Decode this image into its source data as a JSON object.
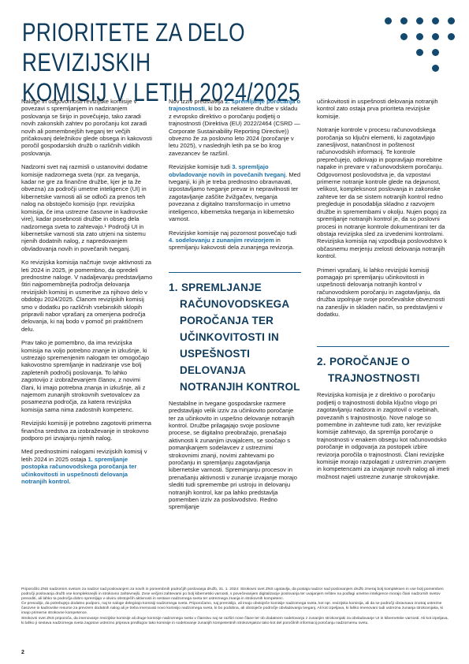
{
  "title_line1": "PRIORITETE ZA DELO REVIZIJSKIH",
  "title_line2": "KOMISIJ V LETIH 2024/2025",
  "col1": {
    "p1": "Naloge in odgovornosti revizijske komisije v povezavi s spremljanjem in nadziranjem poslovanja se širijo in povečujejo, tako zaradi novih zakonskih zahtev po poročanju kot zaradi novih ali pomembnejših tveganj ter večjih pričakovanj deležnikov glede obsega in kakovosti poročil gospodarskih družb o različnih vidikih poslovanja.",
    "p2": "Nadzorni svet naj razmisli o ustanovitvi dodatne komisije nadzornega sveta (npr. za tveganja, kadar ne gre za finančne družbe, kjer je ta že obvezna) za področji umetne inteligence (UI) in kibernetske varnosti ali se odloči za prenos teh nalog na obstoječo komisijo (npr. revizijska komisija, če ima ustrezne časovne in kadrovske vire), kadar posebnosti družbe in obseg dela nadzornega sveta to zahtevajo.¹ Področji UI in kibernetske varnosti sta zato utrjeni na sistemu njenih dodatnih nalog, z napredovanjem obvladovanja novih in povečanih tveganj.",
    "p3": "Ko revizijska komisija načrtuje svoje aktivnosti za leti 2024 in 2025, je pomembno, da opredeli prednostne naloge. V nadaljevanju predstavljamo štiri najpomembnejša področja delovanja revizijskih komisij in usmeritve za njihovo delo v obdobju 2024/2025. Članom revizijskih komisij smo v dodatku po različnih vsebinskih sklopih pripravili nabor vprašanj za omenjena področja delovanja, ki naj bodo v pomoč pri praktičnem delu.",
    "p4": "Prav tako je pomembno, da ima revizijska komisija na voljo potrebno znanje in izkušnje, ki ustrezajo spremenjenim nalogam ter omogočajo kakovostno spremljanje in nadziranje vse bolj zapletenih področij poslovanja. To lahko zagotovijo z izobraževanjem članov, z novimi člani, ki imajo potrebna znanja in izkušnje, ali z najemom zunanjih strokovnih svetovalcev za posamezna področja, za katera revizijska komisija sama nima zadostnih kompetenc.",
    "p5": "Revizijski komisiji je potrebno zagotoviti primerna finančna sredstva za izobraževanje in strokovno podporo pri izvajanju njenih nalog.",
    "p6_pre": "Med prednostnimi nalogami revizijskih komisij v letih 2024 in 2025 ostaja ",
    "p6_hl": "1. spremljanje postopka računovodskega poročanja ter učinkovitosti in uspešnosti delovanja notranjih kontrol."
  },
  "col2": {
    "p1_pre": "Nov izziv predstavlja ",
    "p1_hl": "2. spremljanje poročanja o trajnostnosti",
    "p1_post": ", ki bo za nekatere družbe v skladu z evropsko direktivo o poročanju podjetij o trajnostnosti (Direktiva (EU) 2022/2464 (CSRD — Corporate Sustainability Reporting Directive)) obvezno že za poslovno leto 2024 (poročanje v letu 2025), v naslednjih letih pa se bo krog zavezancev še razširil.",
    "p2_pre": "Revizijske komisije tudi ",
    "p2_hl": "3. spremljajo obvladovanje novih in povečanih tveganj",
    "p2_post": ". Med tveganji, ki jih je treba prednostno obravnavati, izpostavljamo tveganje prevar in nepravilnosti ter zagotavljanje zaščite žvižgačev, tveganja povezana z digitalno transformacijo in umetno inteligenco, kibernetska tveganja in kibernetsko varnost.",
    "p3_pre": "Revizijske komisije naj pozornost posvečajo tudi ",
    "p3_hl": "4. sodelovanju z zunanjim revizorjem",
    "p3_post": " in spremljanju kakovosti dela zunanjega revizorja.",
    "sec1_num": "1.",
    "sec1_l1": "SPREMLJANJE",
    "sec1_l2": "RAČUNOVODSKEGA",
    "sec1_l3": "POROČANJA TER",
    "sec1_l4": "UČINKOVITOSTI IN",
    "sec1_l5": "USPEŠNOSTI DELOVANJA",
    "sec1_l6": "NOTRANJIH KONTROL",
    "p4": "Nestabilne in tvegane gospodarske razmere predstavljajo velik izziv za učinkovito poročanje ter za učinkovito in uspešno delovanje notranjih kontrol. Družbe prilagajajo svoje poslovne procese, se digitalno preobražajo, prenašajo aktivnosti k zunanjim izvajalcem, se soočajo s pomanjkanjem sodelavcev z ustreznimi strokovnimi znanji, novimi zahtevami po poročanju in spremljanju zagotavljanja kibernetske varnosti. Spreminjanju procesov in prenašanju aktivnosti v zunanje izvajanje morajo slediti tudi spremembe pri ustroju in delovanju notranjih kontrol, kar pa lahko predstavlja pomemben izziv za poslovodstvo. Redno spremljanje"
  },
  "col3": {
    "p1": "učinkovitosti in uspešnosti delovanja notranjih kontrol zato ostaja prva prioriteta revizijske komisije.",
    "p2": "Notranje kontrole v procesu računovodskega poročanja so ključni elementi, ki zagotavljajo zanesljivost, natančnost in poštenost računovodskih informacij. Te kontrole preprečujejo, odkrivajo in popravljajo morebitne napake in prevare v računovodskem poročanju. Odgovornost poslovodstva je, da vzpostavi primerne notranje kontrole glede na dejavnost, velikost, kompleksnost poslovanja in zakonske zahteve ter da se sistem notranjih kontrol redno pregleduje in posodablja skladno z razvojem družbe in spremembami v okolju. Nujen pogoj za spremljanje notranjih kontrol je, da so poslovni procesi in notranje kontrole dokumentirani ter da obstaja revizijska sled za izvedenimi kontrolami. Revizijska komisija naj vzpodbuja poslovodstvo k občasnemu merjenju zrelosti delovanja notranjih kontrol.",
    "p3": "Primeri vprašanj, ki lahko revizijski komisiji pomagajo pri spremljanju učinkovitosti in uspešnosti delovanja notranjih kontrol v računovodskem poročanju in zagotavljanju, da družba izpolnjuje svoje poročevalske obveznosti na zanesljiv in skladen način, so predstavljeni v dodatku.",
    "sec2_num": "2.",
    "sec2_l1": "POROČANJE O",
    "sec2_l2": "TRAJNOSTNOSTI",
    "p4": "Revizijska komisija je z direktivo o poročanju podjetij o trajnostnosti dobila ključno vlogo pri zagotavljanju nadzora in zagotovil o vsebinah, povezanih s trajnostnostjo. Nove naloge so pomembne in zahtevne tudi zato, ker revizijske komisije zahtevajo, da spremlja poročanje o trajnostnosti v enakem obsegu kot računovodsko poročanje in odgovarja za postopek izbire revizorja poročila o trajnostnosti. Člani revizijske komisije morajo razpolagati z ustreznim znanjem in kompetencami za izvajanje novih nalog ali imeti možnost najeti ustrezne zunanje strokovnjake."
  },
  "footnotes": {
    "f1": "Priporočilo ZNS nadzornim svetom za nadzor nad poslovanjem za novih in pomembnih področjih poslovanja družb, 31. 1. 2024: Strokovni svet ZNS ugotavlja, da postaja nadzor nad poslovanjem družb zmeraj bolj kompleksen in vse bolj pomemben področji poslovanja družb vse kompleksnejši in strokovno zahtevnejši. Zvse večjimi zahtevami po bolj kibernetski varnosti, s povečevanjem digitalizacije poslovanja ter uvajanjem rešitev na podlagi umetne inteligence morajo člani nadzornih svetov presoditi, ali lahko ta področja dobro spremljajo v okviru obstoječih aktivnosti in sestave nadzornega sveta ter ustreznega znanja in strokovnih kompetenc.",
    "f2": "Če presodijo, da potrebujejo dodatno podporo, naj te naloge delegirajo komisiji nadzornega sveta. Priporočamo, naj premislijo, ali imajo obstoječe komisije nadzornega sveta, kot npr. revizijska komisija, ali da se področji obravnava znotraj ustrezne časovne in kadrovske resurse za prevzem dodatnih nalog ali je treba imenovati novo komisijo nadzornega sveta, ki bo podobna, ali obstoječe področje obvladovanja tveganj. Ali kot izpeljava, ki lahko imenovani tudi ustrezna zunanja strokovnjaka, ki imajo primerne strokovne kompetence.",
    "f3": "Strokovni svet ZNS priporoča, da imenovanje revizijske komisije ali druge komisije nadzornega sveta v članstvu naj se razširi nove člane ter ob dodatnem sodelovanju z zunanjim strokovnjaki za obvladovanje UI in kibernetske varnosti. Ali kot izpeljava, ki lahko ji sestava nadzornega sveta zagotovi ustrezno priprava predlogov tako komisije in sodelovanje zunanjih kompetentnih strokovnjakov tako kot del poročilnih informacij poročanju nadzornemu svetu."
  },
  "page_number": "2"
}
